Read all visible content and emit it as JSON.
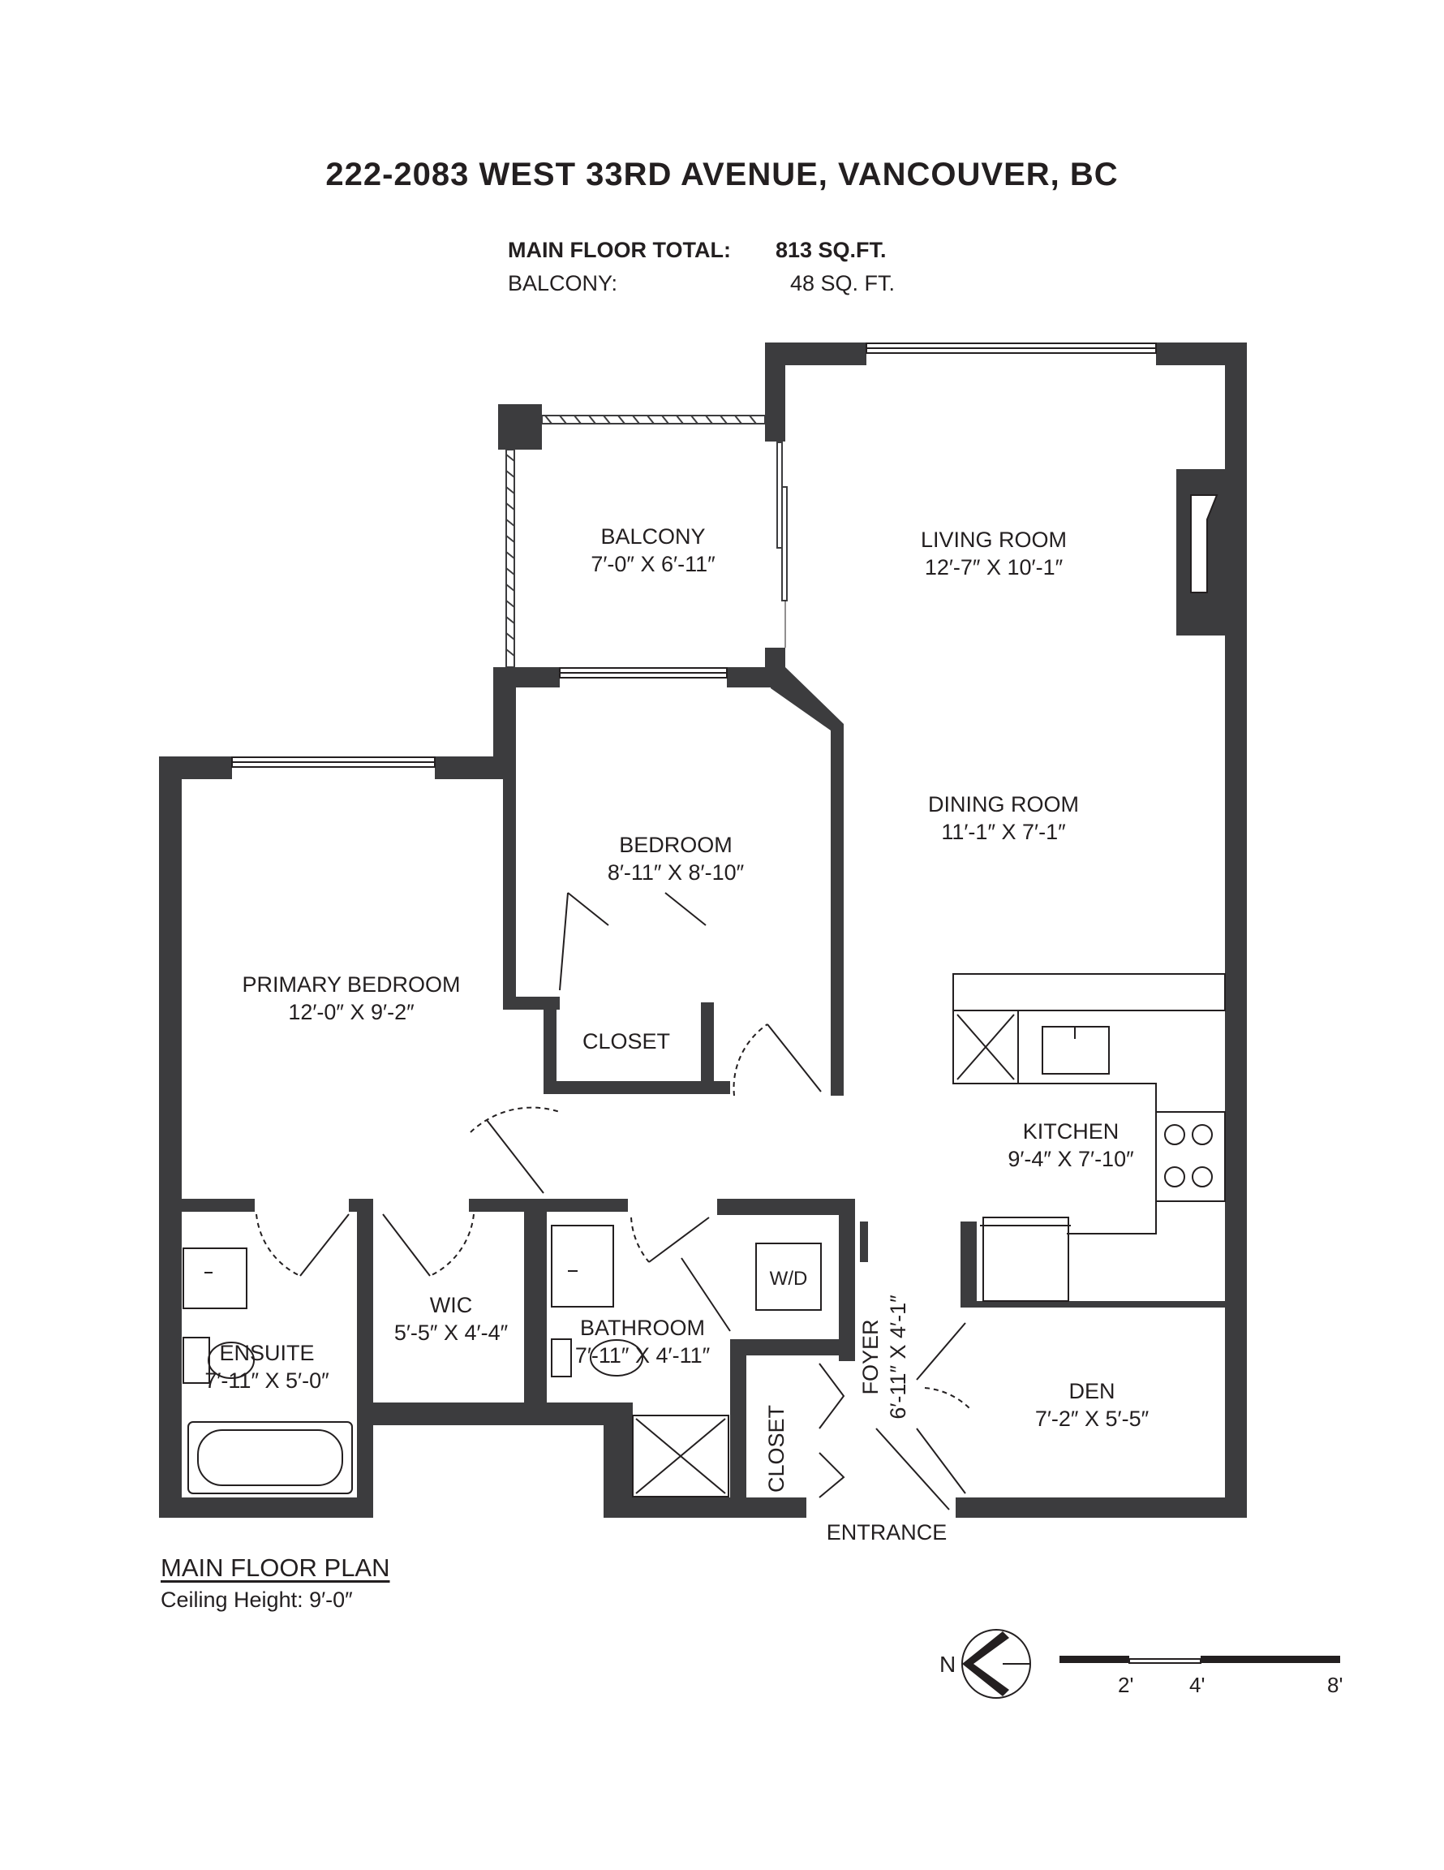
{
  "header": {
    "title": "222-2083 WEST 33RD AVENUE, VANCOUVER, BC",
    "main_floor_label": "MAIN FLOOR TOTAL:",
    "main_floor_value": "813 SQ.FT.",
    "balcony_label": "BALCONY:",
    "balcony_value": "48 SQ. FT."
  },
  "rooms": {
    "balcony": {
      "name": "BALCONY",
      "dims": "7′-0″ X 6′-11″"
    },
    "living": {
      "name": "LIVING ROOM",
      "dims": "12′-7″ X 10′-1″"
    },
    "dining": {
      "name": "DINING ROOM",
      "dims": "11′-1″ X 7′-1″"
    },
    "bedroom": {
      "name": "BEDROOM",
      "dims": "8′-11″ X 8′-10″"
    },
    "primary": {
      "name": "PRIMARY BEDROOM",
      "dims": "12′-0″ X 9′-2″"
    },
    "closet_bed": {
      "name": "CLOSET"
    },
    "kitchen": {
      "name": "KITCHEN",
      "dims": "9′-4″ X 7′-10″"
    },
    "ensuite": {
      "name": "ENSUITE",
      "dims": "7′-11″ X 5′-0″"
    },
    "wic": {
      "name": "WIC",
      "dims": "5′-5″ X 4′-4″"
    },
    "bathroom": {
      "name": "BATHROOM",
      "dims": "7′-11″ X 4′-11″"
    },
    "wd": {
      "name": "W/D"
    },
    "closet_foyer": {
      "name": "CLOSET"
    },
    "foyer": {
      "name": "FOYER",
      "dims": "6′-11″ X 4′-1″"
    },
    "den": {
      "name": "DEN",
      "dims": "7′-2″ X 5′-5″"
    },
    "entrance": {
      "name": "ENTRANCE"
    }
  },
  "footer": {
    "plan_title": "MAIN FLOOR PLAN",
    "ceiling": "Ceiling Height: 9′-0″",
    "north": "N",
    "scale_2": "2'",
    "scale_4": "4'",
    "scale_8": "8'"
  },
  "colors": {
    "wall": "#3c3c3e",
    "line": "#231f20"
  },
  "icons": [
    "north-arrow-icon",
    "scale-bar-icon",
    "sink-icon",
    "toilet-icon",
    "bathtub-icon",
    "shower-icon",
    "stove-icon",
    "fireplace-icon"
  ]
}
